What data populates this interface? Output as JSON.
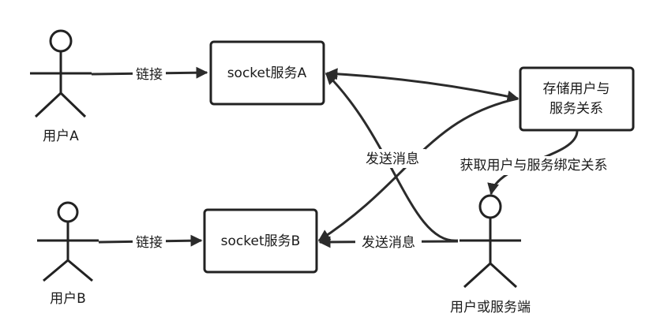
{
  "actors": {
    "user_a": "用户A",
    "user_b": "用户B",
    "user_or_server": "用户或服务端"
  },
  "nodes": {
    "socket_a": "socket服务A",
    "socket_b": "socket服务B",
    "store_line1": "存储用户与",
    "store_line2": "服务关系"
  },
  "edges": {
    "connect_a": "链接",
    "connect_b": "链接",
    "send_msg_a": "发送消息",
    "send_msg_b": "发送消息",
    "fetch_relation": "获取用户与服务绑定关系"
  },
  "colors": {
    "stroke": "#2b2b2b",
    "text": "#1a1a1a",
    "background": "#ffffff"
  }
}
